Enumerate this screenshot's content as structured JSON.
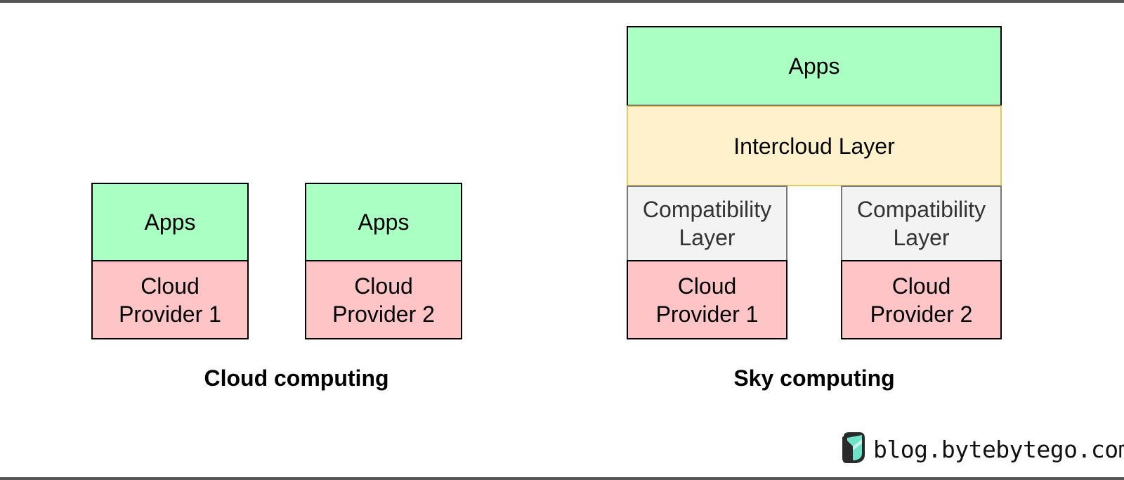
{
  "cloud_computing": {
    "caption": "Cloud computing",
    "stacks": [
      {
        "apps": "Apps",
        "provider": "Cloud\nProvider 1"
      },
      {
        "apps": "Apps",
        "provider": "Cloud\nProvider 2"
      }
    ]
  },
  "sky_computing": {
    "caption": "Sky computing",
    "apps": "Apps",
    "intercloud": "Intercloud Layer",
    "stacks": [
      {
        "compat": "Compatibility\nLayer",
        "provider": "Cloud\nProvider 1"
      },
      {
        "compat": "Compatibility\nLayer",
        "provider": "Cloud\nProvider 2"
      }
    ]
  },
  "branding": {
    "site": "blog.bytebytego.com",
    "logo_icon": "bytebytego-logo-icon"
  },
  "colors": {
    "apps": "#aaffc3",
    "cloud_provider": "#ffc4c6",
    "intercloud": "#fff1cc",
    "compatibility": "#f3f3f3"
  }
}
